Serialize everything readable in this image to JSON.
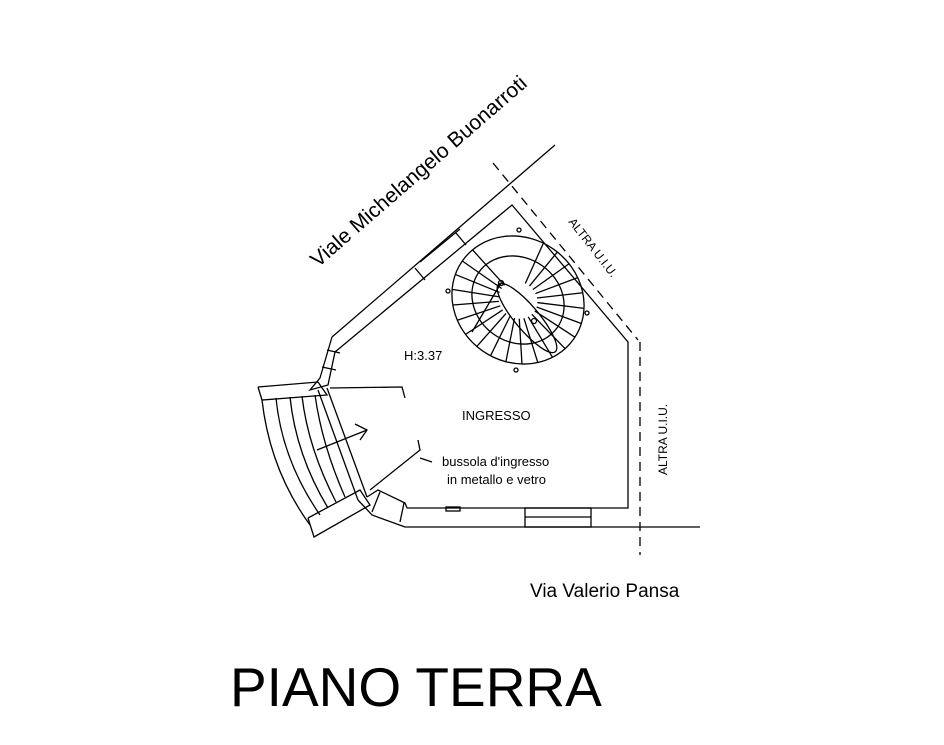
{
  "plan": {
    "street_north": "Viale Michelangelo Buonarroti",
    "street_south": "Via Valerio Pansa",
    "room_name": "INGRESSO",
    "room_height": "H:3.37",
    "note_line1": "bussola d'ingresso",
    "note_line2": "in metallo e vetro",
    "neighbor_ne": "ALTRA U.I.U.",
    "neighbor_e": "ALTRA U.I.U.",
    "title": "PIANO TERRA"
  }
}
